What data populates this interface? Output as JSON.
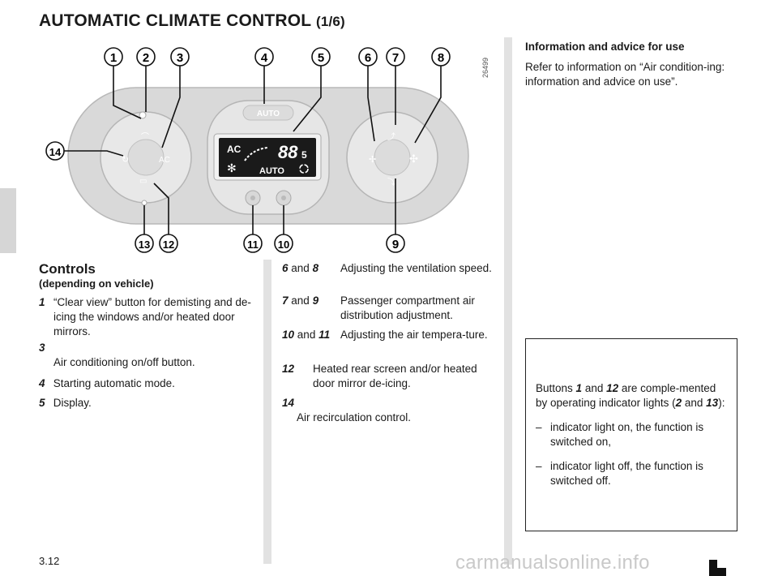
{
  "title": {
    "main": "AUTOMATIC CLIMATE CONTROL",
    "part": "(1/6)"
  },
  "figure": {
    "code": "26499",
    "callouts": [
      "1",
      "2",
      "3",
      "4",
      "5",
      "6",
      "7",
      "8",
      "9",
      "10",
      "11",
      "12",
      "13",
      "14"
    ],
    "auto_button_label": "AUTO",
    "ac_button_label": "AC",
    "display": {
      "ac": "AC",
      "temp": "88",
      "temp_small": "5",
      "mode": "AUTO"
    }
  },
  "controls": {
    "heading": "Controls",
    "subheading": "(depending on vehicle)",
    "items": [
      {
        "num": "1",
        "text": "“Clear view” button for demisting and de-icing the windows and/or heated door mirrors."
      },
      {
        "num": "3",
        "text": "Air conditioning on/off button."
      },
      {
        "num": "4",
        "text": "Starting automatic mode."
      },
      {
        "num": "5",
        "text": "Display."
      }
    ],
    "items2": [
      {
        "num": "6",
        "join": "and",
        "num2": "8",
        "text": "Adjusting the ventilation speed."
      },
      {
        "num": "7",
        "join": "and",
        "num2": "9",
        "text": "Passenger compartment air distribution adjustment."
      },
      {
        "num": "10",
        "join": "and",
        "num2": "11",
        "text": "Adjusting the air tempera-ture."
      },
      {
        "num": "12",
        "text": "Heated rear screen and/or heated door mirror de-icing."
      },
      {
        "num": "14",
        "text": "Air recirculation control."
      }
    ]
  },
  "info": {
    "title": "Information and advice for use",
    "text": "Refer to information on “Air condition-ing: information and advice on use”."
  },
  "note": {
    "pre": "Buttons",
    "b1": "1",
    "and": "and",
    "b2": "12",
    "post": "are comple-mented by operating indicator lights (",
    "l1": "2",
    "and2": "and",
    "l2": "13",
    "close": "):",
    "bullets": [
      "indicator light on, the function is switched on,",
      "indicator light off, the function is switched off."
    ]
  },
  "page_number": "3.12",
  "watermark": "carmanualsonline.info",
  "colors": {
    "panel": "#d9d9d9",
    "knob": "#e3e3e3",
    "display_bg": "#1a1a1a",
    "display_fg": "#ffffff"
  }
}
